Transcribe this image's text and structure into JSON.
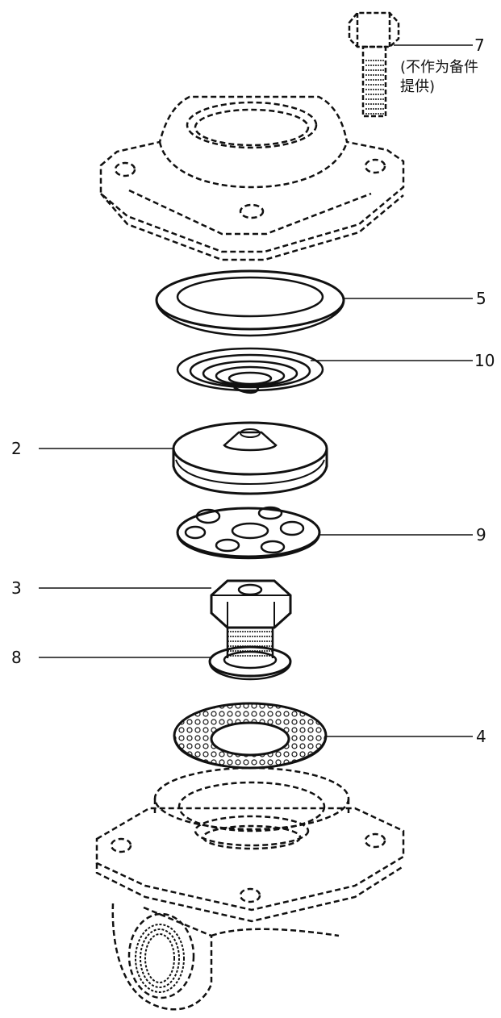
{
  "labels": {
    "part_7": "7",
    "part_7_note_line1": "(不作为备件",
    "part_7_note_line2": "提供)",
    "part_5": "5",
    "part_10": "10",
    "part_2": "2",
    "part_9": "9",
    "part_3": "3",
    "part_8": "8",
    "part_4": "4"
  },
  "colors": {
    "ink": "#111111",
    "background": "#ffffff"
  }
}
